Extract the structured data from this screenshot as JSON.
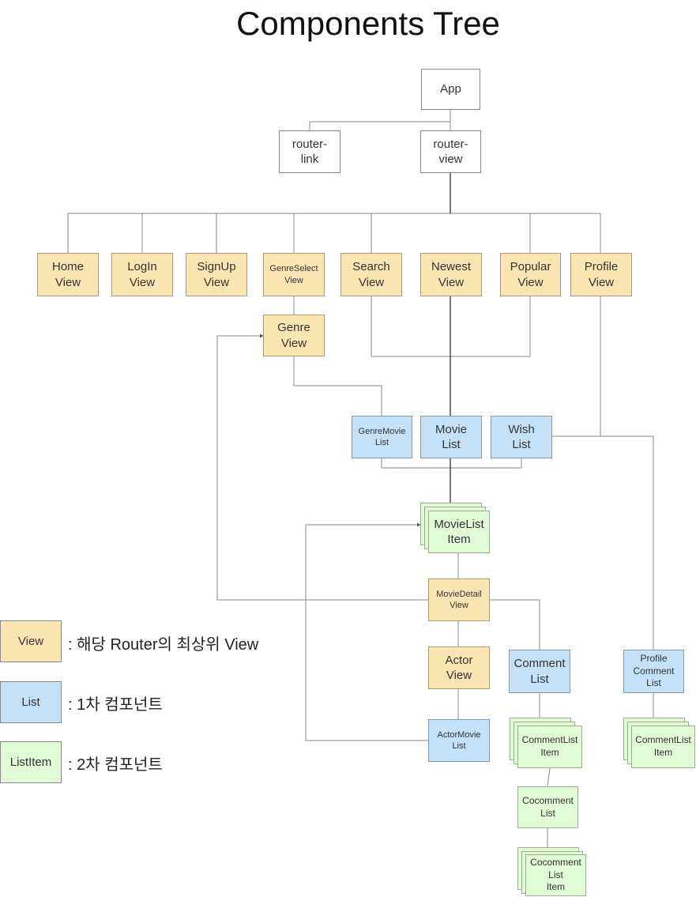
{
  "title": "Components Tree",
  "nodes": {
    "app": "App",
    "router_link": "router-\nlink",
    "router_view": "router-\nview",
    "home_view": "Home\nView",
    "login_view": "LogIn\nView",
    "signup_view": "SignUp\nView",
    "genreselect_view": "GenreSelect\nView",
    "search_view": "Search\nView",
    "newest_view": "Newest\nView",
    "popular_view": "Popular\nView",
    "profile_view": "Profile\nView",
    "genre_view": "Genre\nView",
    "genre_movie_list": "GenreMovie\nList",
    "movie_list": "Movie\nList",
    "wish_list": "Wish\nList",
    "movie_list_item": "MovieList\nItem",
    "movie_detail_view": "MovieDetail\nView",
    "actor_view": "Actor\nView",
    "comment_list": "Comment\nList",
    "actor_movie_list": "ActorMovie\nList",
    "comment_list_item": "CommentList\nItem",
    "cocomment_list": "Cocomment\nList",
    "cocomment_list_item": "Cocomment\nList\nItem",
    "profile_comment_list": "Profile\nComment\nList",
    "profile_comment_list_item": "CommentList\nItem"
  },
  "legend": [
    {
      "box": "View",
      "text": ": 해당 Router의 최상위 View",
      "color": "#fbe6b3"
    },
    {
      "box": "List",
      "text": ": 1차 컴포넌트",
      "color": "#c4e1f8"
    },
    {
      "box": "ListItem",
      "text": ": 2차 컴포넌트",
      "color": "#e1fbd7"
    }
  ],
  "colors": {
    "view_fill": "#fbe6b3",
    "list_fill": "#c4e1f8",
    "item_fill": "#e1fbd7",
    "connector": "#8a8a8a",
    "connector_dark": "#333333"
  }
}
